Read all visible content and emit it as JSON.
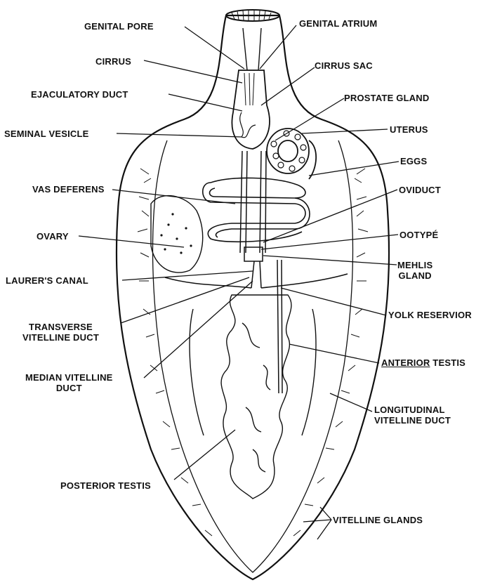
{
  "labels": {
    "genital_pore": "GENITAL PORE",
    "genital_atrium": "GENITAL ATRIUM",
    "cirrus": "CIRRUS",
    "cirrus_sac": "CIRRUS SAC",
    "ejaculatory_duct": "EJACULATORY DUCT",
    "prostate_gland": "PROSTATE GLAND",
    "seminal_vesicle": "SEMINAL VESICLE",
    "uterus": "UTERUS",
    "eggs": "EGGS",
    "vas_deferens": "VAS DEFERENS",
    "oviduct": "OVIDUCT",
    "ovary": "OVARY",
    "ootype": "OOTYPÉ",
    "laurers_canal": "LAURER'S CANAL",
    "mehlis_gland": [
      "MEHLIS",
      "GLAND"
    ],
    "transverse_vitelline_duct": [
      "TRANSVERSE",
      "VITELLINE DUCT"
    ],
    "yolk_reservoir": "YOLK RESERVIOR",
    "anterior_testis_underlined": "ANTERIOR",
    "anterior_testis_rest": " TESTIS",
    "median_vitelline_duct": [
      "MEDIAN VITELLINE",
      "DUCT"
    ],
    "longitudinal_vitelline_duct": [
      "LONGITUDINAL",
      "VITELLINE DUCT"
    ],
    "posterior_testis": "POSTERIOR TESTIS",
    "vitelline_glands": "VITELLINE GLANDS"
  },
  "colors": {
    "ink": "#111111",
    "background": "#ffffff"
  }
}
